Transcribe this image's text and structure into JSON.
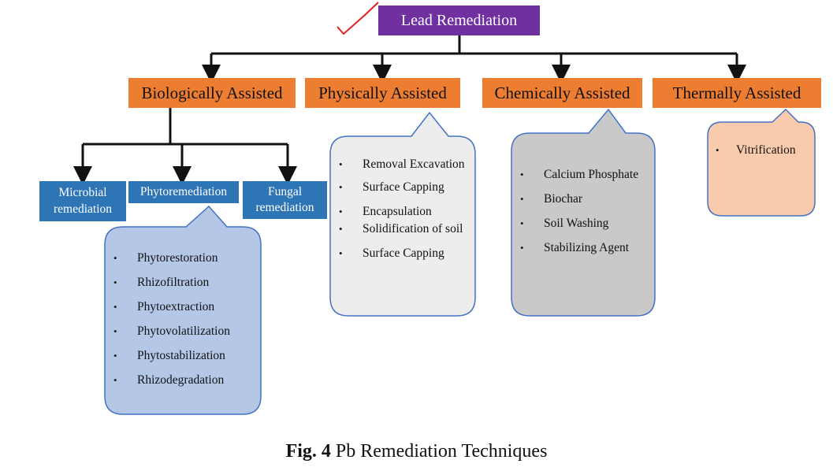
{
  "root": {
    "label": "Lead Remediation"
  },
  "categories": [
    {
      "label": "Biologically Assisted"
    },
    {
      "label": "Physically Assisted"
    },
    {
      "label": "Chemically Assisted"
    },
    {
      "label": "Thermally Assisted"
    }
  ],
  "biological_subcategories": [
    {
      "label": "Microbial remediation"
    },
    {
      "label": "Phytoremediation"
    },
    {
      "label": "Fungal remediation"
    }
  ],
  "phytoremediation_list": [
    "Phytorestoration",
    "Rhizofiltration",
    "Phytoextraction",
    "Phytovolatilization",
    "Phytostabilization",
    "Rhizodegradation"
  ],
  "physical_list": [
    "Removal Excavation",
    "Surface Capping",
    "Encapsulation",
    "Solidification of soil",
    "Surface Capping"
  ],
  "chemical_list": [
    "Calcium Phosphate",
    "Biochar",
    "Soil Washing",
    "Stabilizing Agent"
  ],
  "thermal_list": [
    "Vitrification"
  ],
  "caption": {
    "label": "Fig. 4",
    "text": " Pb Remediation Techniques"
  },
  "colors": {
    "root": "#7030a0",
    "category": "#ed7d31",
    "subcategory": "#2e75b6",
    "phyto_bubble": "#b4c7e7",
    "physical_bubble": "#ededed",
    "chemical_bubble": "#c9c9c9",
    "thermal_bubble": "#f8cbad",
    "checkmark": "#e02020"
  }
}
